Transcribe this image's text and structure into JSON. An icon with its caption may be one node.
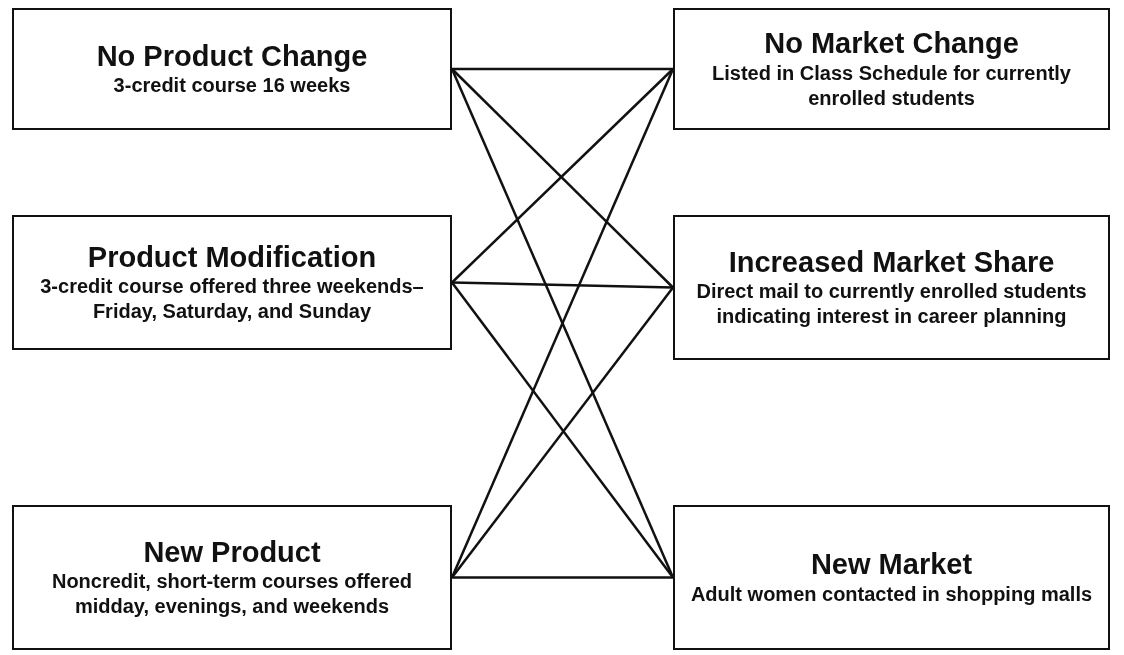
{
  "diagram": {
    "nodes": [
      {
        "text": [
          "No Product Change",
          "3-credit course 16 weeks"
        ]
      },
      {
        "text": [
          "Product Modification",
          "3-credit course offered three weekends–Friday, Saturday, and Sunday"
        ]
      },
      {
        "text": [
          "New Product",
          "Noncredit, short-term courses offered midday, evenings, and weekends"
        ]
      },
      {
        "text": [
          "No Market Change",
          "Listed in Class Schedule for currently enrolled students"
        ]
      },
      {
        "text": [
          "Increased Market Share",
          "Direct mail to currently enrolled students indicating interest in career planning"
        ]
      },
      {
        "text": [
          "New Market",
          "Adult women contacted in shopping malls"
        ]
      }
    ],
    "edges": [
      {
        "from": 0,
        "to": 3,
        "arrow": "none"
      },
      {
        "from": 0,
        "to": 4,
        "arrow": "none"
      },
      {
        "from": 0,
        "to": 5,
        "arrow": "none"
      },
      {
        "from": 1,
        "to": 3,
        "arrow": "none"
      },
      {
        "from": 1,
        "to": 4,
        "arrow": "none"
      },
      {
        "from": 1,
        "to": 5,
        "arrow": "none"
      },
      {
        "from": 2,
        "to": 3,
        "arrow": "none"
      },
      {
        "from": 2,
        "to": 4,
        "arrow": "none"
      },
      {
        "from": 2,
        "to": 5,
        "arrow": "none"
      }
    ]
  }
}
